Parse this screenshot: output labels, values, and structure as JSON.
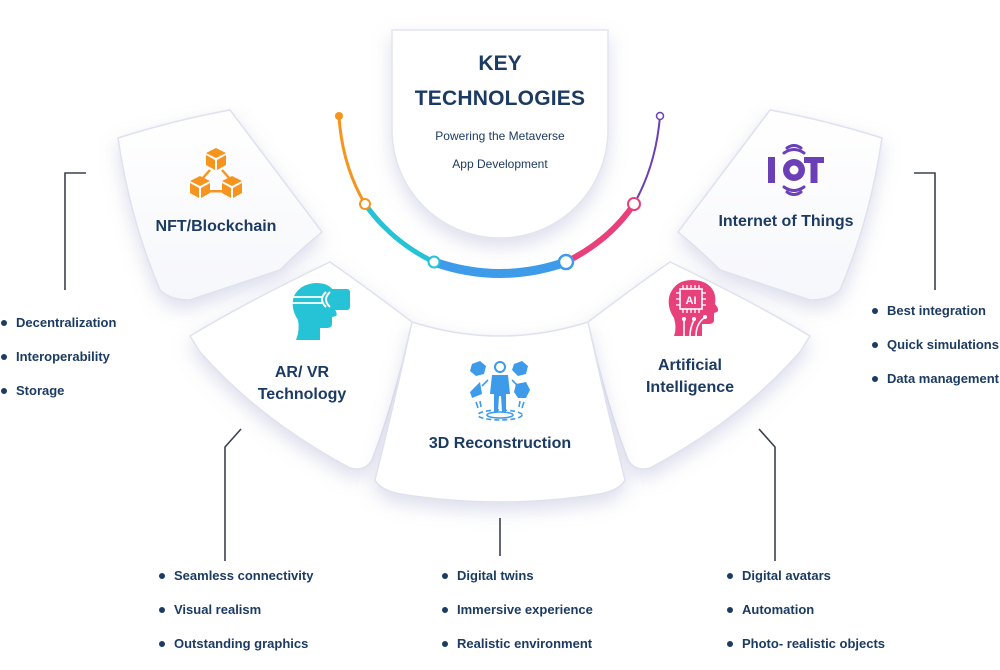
{
  "header": {
    "title_line1": "KEY",
    "title_line2": "TECHNOLOGIES",
    "subtitle_line1": "Powering the Metaverse",
    "subtitle_line2": "App Development"
  },
  "colors": {
    "text": "#1c3b63",
    "orange": "#f7941d",
    "cyan": "#26c2d6",
    "blue": "#3d9be9",
    "pink": "#e8407a",
    "purple": "#6b3fb5",
    "connector": "#3a4150"
  },
  "technologies": [
    {
      "id": "nft",
      "label": "NFT/Blockchain",
      "icon": "blockchain-cubes-icon",
      "features": [
        "Decentralization",
        "Interoperability",
        "Storage"
      ]
    },
    {
      "id": "arvr",
      "label_line1": "AR/ VR",
      "label_line2": "Technology",
      "icon": "vr-headset-head-icon",
      "features": [
        "Seamless connectivity",
        "Visual realism",
        "Outstanding graphics"
      ]
    },
    {
      "id": "reconstruction",
      "label": "3D Reconstruction",
      "icon": "3d-reconstruction-person-icon",
      "features": [
        "Digital twins",
        "Immersive experience",
        "Realistic environment"
      ]
    },
    {
      "id": "ai",
      "label_line1": "Artificial",
      "label_line2": "Intelligence",
      "icon": "ai-head-chip-icon",
      "icon_text": "AI",
      "features": [
        "Digital avatars",
        "Automation",
        "Photo- realistic objects"
      ]
    },
    {
      "id": "iot",
      "label": "Internet of Things",
      "icon": "iot-signal-icon",
      "features": [
        "Best integration",
        "Quick simulations",
        "Data management"
      ]
    }
  ]
}
